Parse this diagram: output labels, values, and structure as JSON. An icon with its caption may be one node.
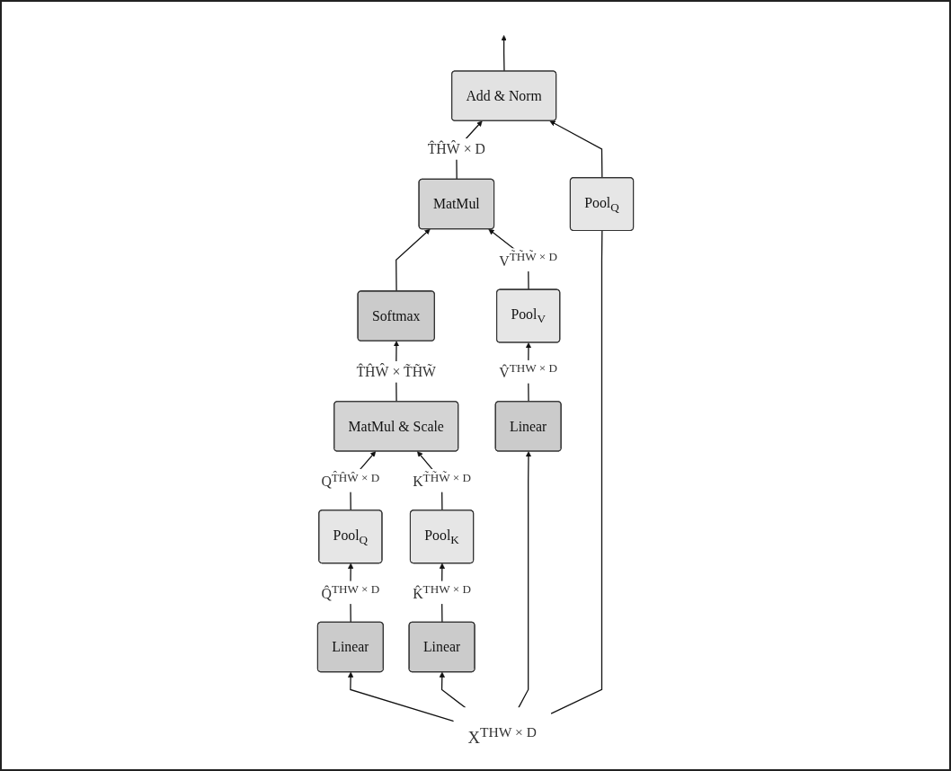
{
  "diagram": {
    "nodes": [
      {
        "text": [
          "Add & Norm"
        ]
      },
      {
        "text": [
          "MatMul"
        ]
      },
      {
        "text": [
          "Softmax"
        ]
      },
      {
        "text": [
          "MatMul & Scale"
        ]
      },
      {
        "text": [
          "Pool$_{Q}$"
        ]
      },
      {
        "text": [
          "Pool$_{Q}$"
        ]
      },
      {
        "text": [
          "Pool$_{K}$"
        ]
      },
      {
        "text": [
          "Pool$_{V}$"
        ]
      },
      {
        "text": [
          "Linear"
        ]
      },
      {
        "text": [
          "Linear"
        ]
      },
      {
        "text": [
          "Linear"
        ]
      },
      {
        "text": [
          "X$^{THW × D}$"
        ]
      }
    ],
    "edges": [
      {
        "from": 0,
        "to": null,
        "arrow": "to"
      },
      {
        "from": 1,
        "to": 0,
        "arrow": "to",
        "label": "T̂ĤŴ × D"
      },
      {
        "from": 2,
        "to": 1,
        "arrow": "to"
      },
      {
        "from": 3,
        "to": 2,
        "arrow": "to",
        "label": "T̂ĤŴ × T̃H̃W̃"
      },
      {
        "from": 5,
        "to": 3,
        "arrow": "to",
        "label": "Q$^{T̂ĤŴ × D}$"
      },
      {
        "from": 6,
        "to": 3,
        "arrow": "to",
        "label": "K$^{T̃H̃W̃ × D}$"
      },
      {
        "from": 7,
        "to": 1,
        "arrow": "to",
        "label": "V$^{T̃H̃W̃ × D}$"
      },
      {
        "from": 8,
        "to": 5,
        "arrow": "to",
        "label": "Q̂$^{THW × D}$"
      },
      {
        "from": 9,
        "to": 6,
        "arrow": "to",
        "label": "K̂$^{THW × D}$"
      },
      {
        "from": 10,
        "to": 7,
        "arrow": "to",
        "label": "V̂$^{THW × D}$"
      },
      {
        "from": 11,
        "to": 8,
        "arrow": "to"
      },
      {
        "from": 11,
        "to": 9,
        "arrow": "to"
      },
      {
        "from": 11,
        "to": 10,
        "arrow": "to"
      },
      {
        "from": 11,
        "to": 4,
        "arrow": "none"
      },
      {
        "from": 4,
        "to": 0,
        "arrow": "to"
      }
    ]
  }
}
